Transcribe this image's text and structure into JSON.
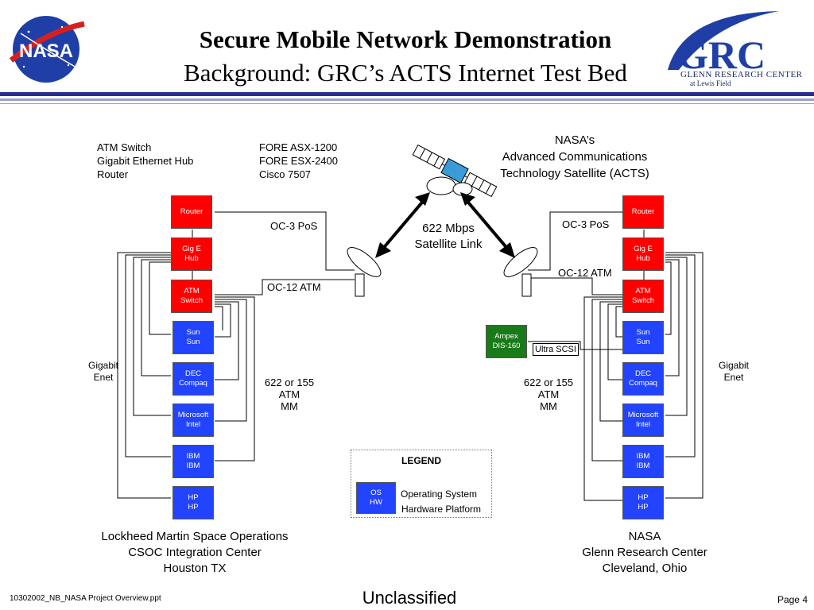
{
  "header": {
    "title": "Secure Mobile Network Demonstration",
    "subtitle": "Background: GRC’s ACTS Internet Test Bed",
    "nasa_logo_text": "NASA",
    "grc_logo_text": "GRC",
    "grc_name": "GLENN RESEARCH CENTER",
    "grc_sub": "at Lewis Field",
    "colors": {
      "rule_dark": "#2a2f8f",
      "rule_light": "#9aa0d0"
    }
  },
  "key_table": {
    "devices": [
      "ATM Switch",
      "Gigabit Ethernet Hub",
      "Router"
    ],
    "models": [
      "FORE ASX-1200",
      "FORE ESX-2400",
      "Cisco 7507"
    ]
  },
  "satellite": {
    "lines": [
      "NASA’s",
      "Advanced Communications",
      "Technology Satellite (ACTS)"
    ],
    "link": [
      "622 Mbps",
      "Satellite Link"
    ]
  },
  "left_stack": [
    {
      "l1": "Router",
      "l2": "",
      "color": "red"
    },
    {
      "l1": "Gig E",
      "l2": "Hub",
      "color": "red"
    },
    {
      "l1": "ATM",
      "l2": "Switch",
      "color": "red"
    },
    {
      "l1": "Sun",
      "l2": "Sun",
      "color": "blue"
    },
    {
      "l1": "DEC",
      "l2": "Compaq",
      "color": "blue"
    },
    {
      "l1": "Microsoft",
      "l2": "Intel",
      "color": "blue"
    },
    {
      "l1": "IBM",
      "l2": "IBM",
      "color": "blue"
    },
    {
      "l1": "HP",
      "l2": "HP",
      "color": "blue"
    }
  ],
  "right_stack": [
    {
      "l1": "Router",
      "l2": "",
      "color": "red"
    },
    {
      "l1": "Gig E",
      "l2": "Hub",
      "color": "red"
    },
    {
      "l1": "ATM",
      "l2": "Switch",
      "color": "red"
    },
    {
      "l1": "Sun",
      "l2": "Sun",
      "color": "blue"
    },
    {
      "l1": "DEC",
      "l2": "Compaq",
      "color": "blue"
    },
    {
      "l1": "Microsoft",
      "l2": "Intel",
      "color": "blue"
    },
    {
      "l1": "IBM",
      "l2": "IBM",
      "color": "blue"
    },
    {
      "l1": "HP",
      "l2": "HP",
      "color": "blue"
    }
  ],
  "ampex": {
    "l1": "Ampex",
    "l2": "DIS-160",
    "link": "Ultra SCSI"
  },
  "links": {
    "left_oc3": "OC-3  PoS",
    "left_oc12": "OC-12 ATM",
    "right_oc3": "OC-3 PoS",
    "right_oc12": "OC-12 ATM",
    "atm_speed": [
      "622 or 155",
      "ATM",
      "MM"
    ],
    "gigabit": [
      "Gigabit",
      "Enet"
    ]
  },
  "legend": {
    "title": "LEGEND",
    "box_l1": "OS",
    "box_l2": "HW",
    "os_label": "Operating System",
    "hw_label": "Hardware Platform"
  },
  "sites": {
    "left": [
      "Lockheed Martin Space Operations",
      "CSOC Integration Center",
      "Houston TX"
    ],
    "right": [
      "NASA",
      "Glenn Research Center",
      "Cleveland, Ohio"
    ]
  },
  "footer": {
    "file": "10302002_NB_NASA Project Overview.ppt",
    "classification": "Unclassified",
    "page": "Page 4"
  }
}
